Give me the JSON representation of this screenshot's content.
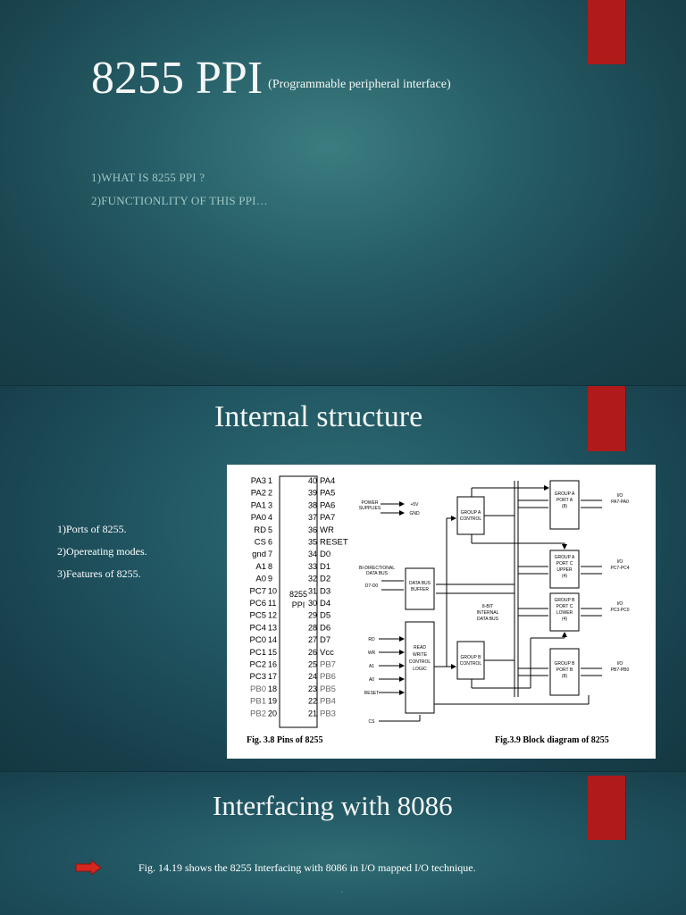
{
  "slide1": {
    "title": "8255 PPI",
    "subtitle": "(Programmable peripheral interface)",
    "items": [
      "1)WHAT IS 8255 PPI ?",
      "2)FUNCTIONLITY OF THIS PPI…"
    ]
  },
  "slide2": {
    "title": "Internal structure",
    "items": [
      "1)Ports of 8255.",
      "2)Opereating modes.",
      "3)Features of 8255."
    ],
    "figure": {
      "pin_caption": "Fig. 3.8  Pins of 8255",
      "block_caption": "Fig.3.9  Block diagram of 8255",
      "chip_label": [
        "8255",
        "PPI"
      ],
      "pins_left": [
        [
          "PA3",
          "1"
        ],
        [
          "PA2",
          "2"
        ],
        [
          "PA1",
          "3"
        ],
        [
          "PA0",
          "4"
        ],
        [
          "RD",
          "5"
        ],
        [
          "CS",
          "6"
        ],
        [
          "gnd",
          "7"
        ],
        [
          "A1",
          "8"
        ],
        [
          "A0",
          "9"
        ],
        [
          "PC7",
          "10"
        ],
        [
          "PC6",
          "11"
        ],
        [
          "PC5",
          "12"
        ],
        [
          "PC4",
          "13"
        ],
        [
          "PC0",
          "14"
        ],
        [
          "PC1",
          "15"
        ],
        [
          "PC2",
          "16"
        ],
        [
          "PC3",
          "17"
        ],
        [
          "PB0",
          "18"
        ],
        [
          "PB1",
          "19"
        ],
        [
          "PB2",
          "20"
        ]
      ],
      "pins_right": [
        [
          "40",
          "PA4"
        ],
        [
          "39",
          "PA5"
        ],
        [
          "38",
          "PA6"
        ],
        [
          "37",
          "PA7"
        ],
        [
          "36",
          "WR"
        ],
        [
          "35",
          "RESET"
        ],
        [
          "34",
          "D0"
        ],
        [
          "33",
          "D1"
        ],
        [
          "32",
          "D2"
        ],
        [
          "31",
          "D3"
        ],
        [
          "30",
          "D4"
        ],
        [
          "29",
          "D5"
        ],
        [
          "28",
          "D6"
        ],
        [
          "27",
          "D7"
        ],
        [
          "26",
          "Vcc"
        ],
        [
          "25",
          "PB7"
        ],
        [
          "24",
          "PB6"
        ],
        [
          "23",
          "PB5"
        ],
        [
          "22",
          "PB4"
        ],
        [
          "21",
          "PB3"
        ]
      ],
      "block": {
        "power_supplies": [
          "POWER",
          "SUPPLIES"
        ],
        "plus5v": "+5V",
        "gnd": "GND",
        "bidir": [
          "BI-DIRECTIONAL",
          "DATA BUS"
        ],
        "d7d0": "D7-D0",
        "data_bus_buffer": [
          "DATA BUS",
          "BUFFER"
        ],
        "internal_bus": [
          "8-BIT",
          "INTERNAL",
          "DATA BUS"
        ],
        "rwcl": [
          "READ",
          "WRITE",
          "CONTROL",
          "LOGIC"
        ],
        "group_a_control": [
          "GROUP A",
          "CONTROL"
        ],
        "group_b_control": [
          "GROUP B",
          "CONTROL"
        ],
        "group_a_port_a": [
          "GROUP A",
          "PORT A",
          "(8)"
        ],
        "group_a_port_c_upper": [
          "GROUP A",
          "PORT C",
          "UPPER",
          "(4)"
        ],
        "group_b_port_c_lower": [
          "GROUP B",
          "PORT C",
          "LOWER",
          "(4)"
        ],
        "group_b_port_b": [
          "GROUP B",
          "PORT B",
          "(8)"
        ],
        "controls": [
          "RD",
          "WR",
          "A1",
          "A0",
          "RESET"
        ],
        "cs": "CS",
        "io": [
          [
            "I/O",
            "PA7-PA0"
          ],
          [
            "I/O",
            "PC7-PC4"
          ],
          [
            "I/O",
            "PC3-PC0"
          ],
          [
            "I/O",
            "PB7-PB0"
          ]
        ]
      }
    }
  },
  "slide3": {
    "title": "Interfacing with 8086",
    "text": "Fig. 14.19 shows the 8255 Interfacing with 8086 in I/O mapped I/O technique.",
    "dot": "."
  },
  "colors": {
    "accent": "#b01a1a",
    "title": "#f4f7f5",
    "muted_text": "#9fc7c5"
  }
}
